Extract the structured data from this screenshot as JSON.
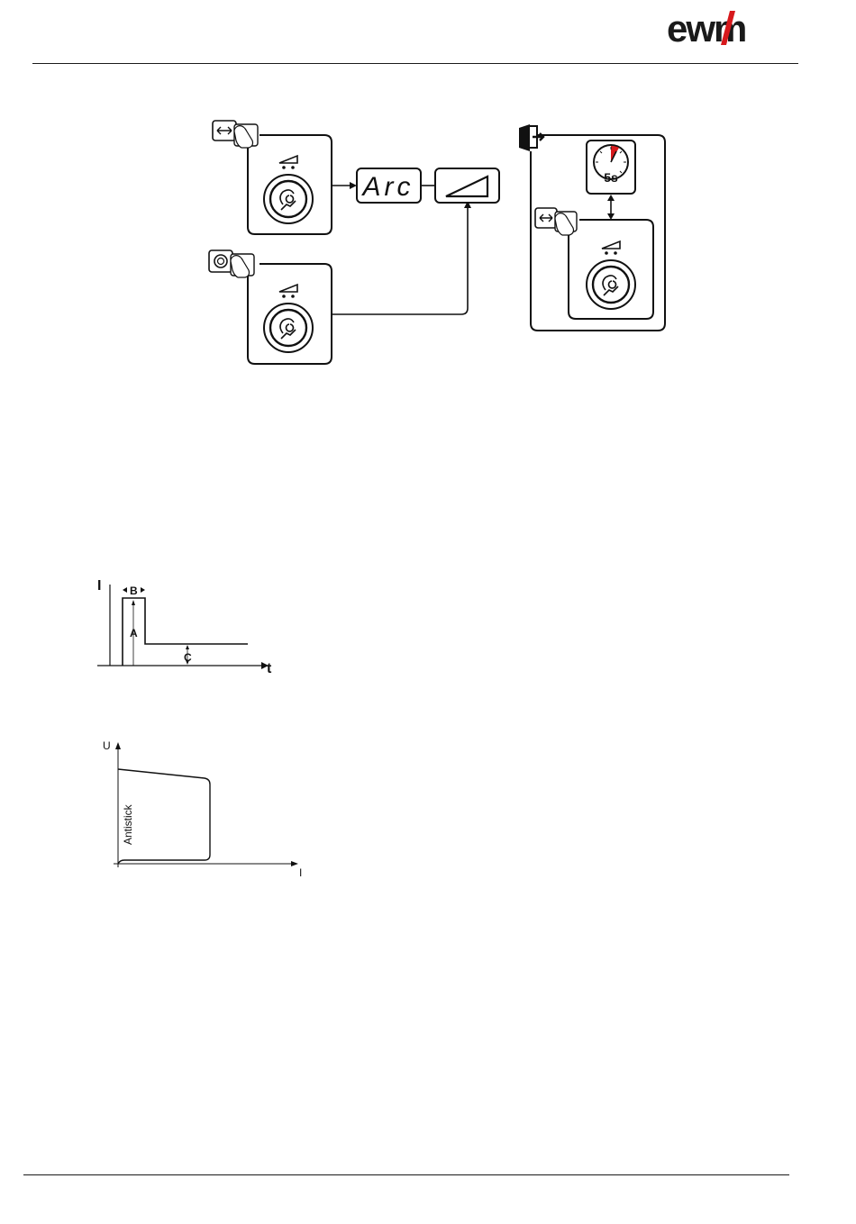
{
  "header": {
    "logo_text": "ewm",
    "logo_accent_color": "#d7191c"
  },
  "diagram": {
    "display_text": "Arc",
    "timer_label": "5s",
    "timer_accent_color": "#d7191c"
  },
  "current_chart": {
    "y_axis": "I",
    "x_axis": "t",
    "label_a": "A",
    "label_b": "B",
    "label_c": "C"
  },
  "voltage_chart": {
    "y_axis": "U",
    "x_axis": "I",
    "curve_label": "Antistick"
  }
}
